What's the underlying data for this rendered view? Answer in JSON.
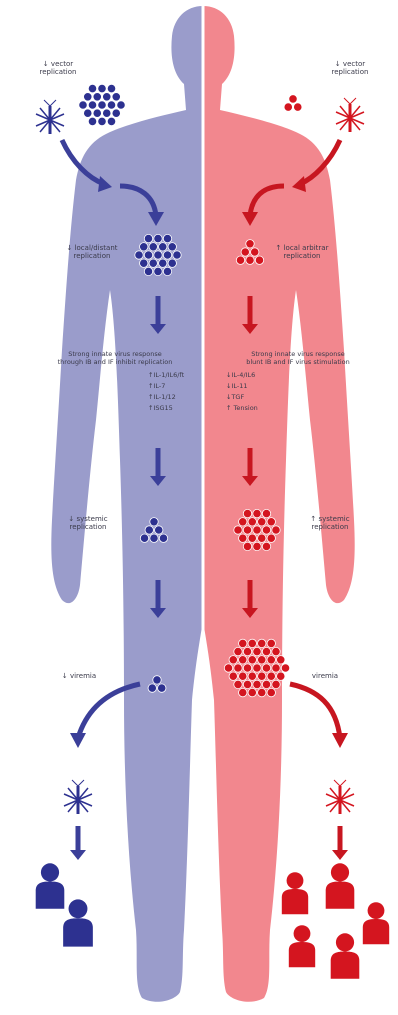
{
  "colors": {
    "left_body": "#9a9ccb",
    "right_body": "#f2878e",
    "left_accent": "#2d3190",
    "right_accent": "#d4151f",
    "left_arrow": "#3b3f99",
    "right_arrow": "#c71620"
  },
  "left": {
    "vector_label": "",
    "replication_label": "↓ local/distant\nreplication",
    "response_heading": "Strong innate virus response\nthrough IB and IF inhibit replication",
    "response_items": [
      "↑IL-1/IL6/ft",
      "↑IL-7",
      "↑IL-1/12",
      "↑ISG15"
    ],
    "systemic_label": "↓ systemic\nreplication",
    "viremia_label": "↓ viremia",
    "icons": [
      "mosquito-icon",
      "people-icon"
    ]
  },
  "right": {
    "vector_label": "↓ vector\nreplication",
    "replication_label": "↑ local arbitrar\nreplication",
    "response_heading": "Strong innate virus response\nblunt IB and IF virus stimulation",
    "response_items": [
      "↓IL-4/IL6",
      "↓IL-11",
      "↓TGF",
      "↑ Tension"
    ],
    "systemic_label": "↑ systemic\nreplication",
    "viremia_label": "viremia",
    "icons": [
      "mosquito-icon",
      "people-icon"
    ]
  },
  "top_left_label": "↓ vector\nreplication"
}
